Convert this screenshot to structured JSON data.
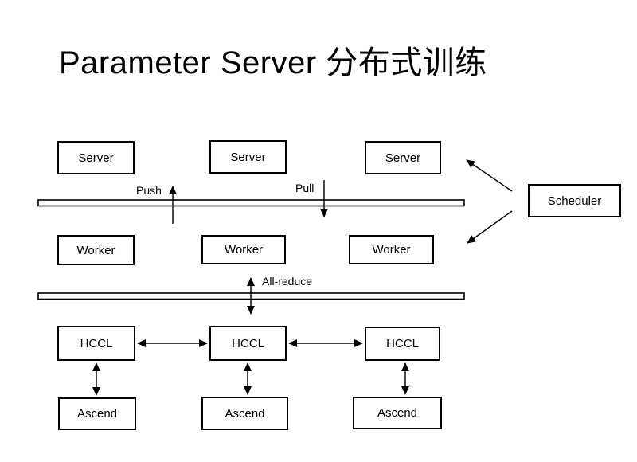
{
  "title": "Parameter Server 分布式训练",
  "nodes": {
    "server1": "Server",
    "server2": "Server",
    "server3": "Server",
    "scheduler": "Scheduler",
    "worker1": "Worker",
    "worker2": "Worker",
    "worker3": "Worker",
    "hccl1": "HCCL",
    "hccl2": "HCCL",
    "hccl3": "HCCL",
    "ascend1": "Ascend",
    "ascend2": "Ascend",
    "ascend3": "Ascend"
  },
  "edge_labels": {
    "push": "Push",
    "pull": "Pull",
    "all_reduce": "All-reduce"
  },
  "colors": {
    "background": "#ffffff",
    "box_fill": "#ffffff",
    "box_border": "#000000",
    "line": "#000000",
    "text": "#000000"
  }
}
